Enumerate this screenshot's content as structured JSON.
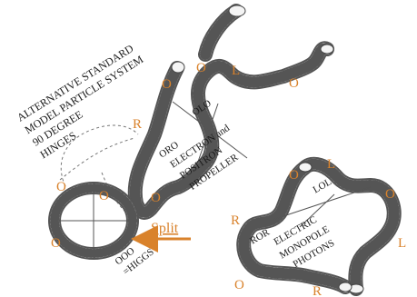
{
  "title_lines": [
    "ALTERNATIVE STANDARD",
    "MODEL PARTICLE SYSTEM",
    "90 DEGREE",
    "HINGES"
  ],
  "loop_labels": [
    "ORO",
    "OLO",
    "OOO",
    "LOL",
    "ROR"
  ],
  "electron": {
    "line1": "ELECTRON and",
    "line2": "POSITRON",
    "line3": "PROPELLER"
  },
  "higgs": {
    "eq": "=HIGGS"
  },
  "monopole": {
    "line1": "ELECTRIC",
    "line2": "MONOPOLE",
    "line3": "PHOTONS"
  },
  "split_label": "Split",
  "markers": [
    "O",
    "L",
    "R"
  ],
  "colors": {
    "accent": "#d9822b",
    "tube": "#555555",
    "text": "#1a1a1a"
  }
}
